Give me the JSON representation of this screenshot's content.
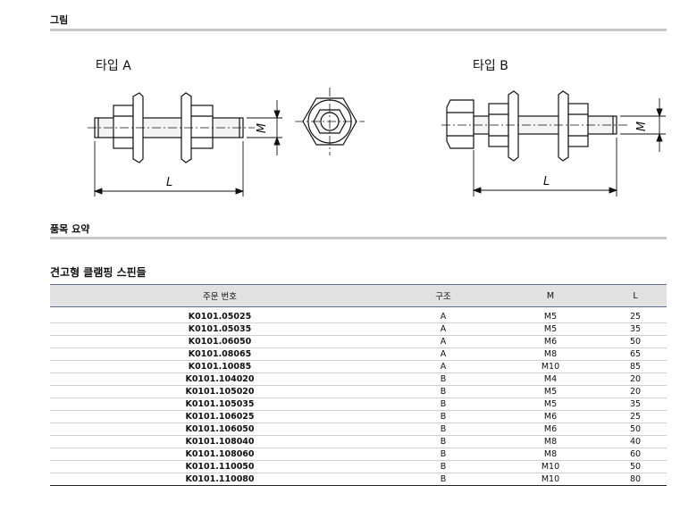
{
  "sections": {
    "figure_title": "그림",
    "summary_title": "품목 요약"
  },
  "figure": {
    "type_a": "타입 A",
    "type_b": "타입 B",
    "dim_m": "M",
    "dim_l": "L"
  },
  "product_title": "견고형 클램핑 스핀들",
  "table": {
    "headers": {
      "part": "주문 번호",
      "type": "구조",
      "m": "M",
      "l": "L"
    },
    "rows": [
      {
        "part": "K0101.05025",
        "type": "A",
        "m": "M5",
        "l": "25"
      },
      {
        "part": "K0101.05035",
        "type": "A",
        "m": "M5",
        "l": "35"
      },
      {
        "part": "K0101.06050",
        "type": "A",
        "m": "M6",
        "l": "50"
      },
      {
        "part": "K0101.08065",
        "type": "A",
        "m": "M8",
        "l": "65"
      },
      {
        "part": "K0101.10085",
        "type": "A",
        "m": "M10",
        "l": "85"
      },
      {
        "part": "K0101.104020",
        "type": "B",
        "m": "M4",
        "l": "20"
      },
      {
        "part": "K0101.105020",
        "type": "B",
        "m": "M5",
        "l": "20"
      },
      {
        "part": "K0101.105035",
        "type": "B",
        "m": "M5",
        "l": "35"
      },
      {
        "part": "K0101.106025",
        "type": "B",
        "m": "M6",
        "l": "25"
      },
      {
        "part": "K0101.106050",
        "type": "B",
        "m": "M6",
        "l": "50"
      },
      {
        "part": "K0101.108040",
        "type": "B",
        "m": "M8",
        "l": "40"
      },
      {
        "part": "K0101.108060",
        "type": "B",
        "m": "M8",
        "l": "60"
      },
      {
        "part": "K0101.110050",
        "type": "B",
        "m": "M10",
        "l": "50"
      },
      {
        "part": "K0101.110080",
        "type": "B",
        "m": "M10",
        "l": "80"
      }
    ]
  }
}
